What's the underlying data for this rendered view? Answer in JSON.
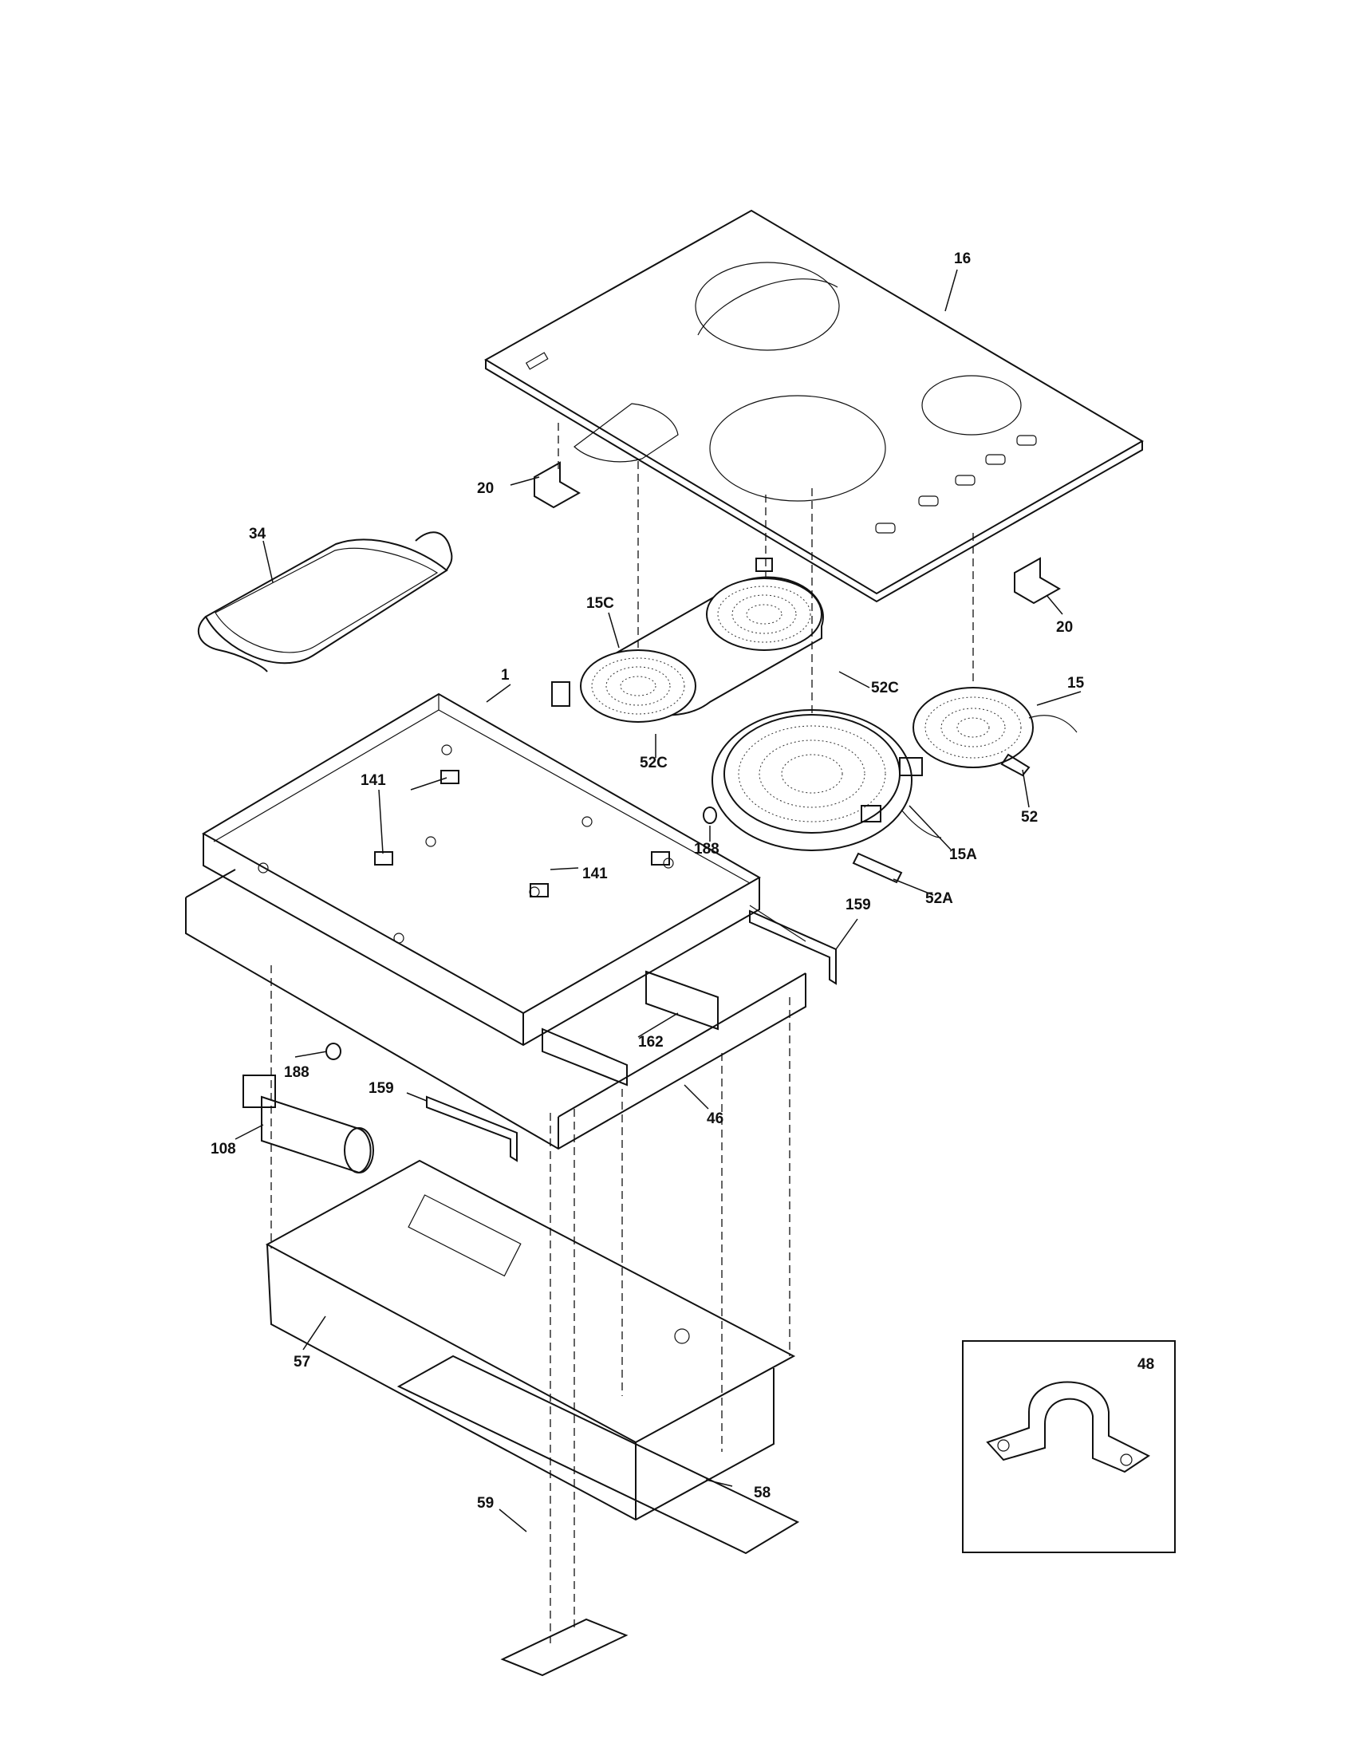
{
  "diagram": {
    "callouts": [
      {
        "id": "16",
        "text": "16"
      },
      {
        "id": "20a",
        "text": "20"
      },
      {
        "id": "20b",
        "text": "20"
      },
      {
        "id": "34",
        "text": "34"
      },
      {
        "id": "15C",
        "text": "15C"
      },
      {
        "id": "52Ca",
        "text": "52C"
      },
      {
        "id": "52Cb",
        "text": "52C"
      },
      {
        "id": "15",
        "text": "15"
      },
      {
        "id": "1",
        "text": "1"
      },
      {
        "id": "141a",
        "text": "141"
      },
      {
        "id": "141b",
        "text": "141"
      },
      {
        "id": "188a",
        "text": "188"
      },
      {
        "id": "15A",
        "text": "15A"
      },
      {
        "id": "52",
        "text": "52"
      },
      {
        "id": "52A",
        "text": "52A"
      },
      {
        "id": "159a",
        "text": "159"
      },
      {
        "id": "162",
        "text": "162"
      },
      {
        "id": "188b",
        "text": "188"
      },
      {
        "id": "159b",
        "text": "159"
      },
      {
        "id": "46",
        "text": "46"
      },
      {
        "id": "108",
        "text": "108"
      },
      {
        "id": "57",
        "text": "57"
      },
      {
        "id": "59",
        "text": "59"
      },
      {
        "id": "58",
        "text": "58"
      },
      {
        "id": "48",
        "text": "48"
      }
    ]
  }
}
